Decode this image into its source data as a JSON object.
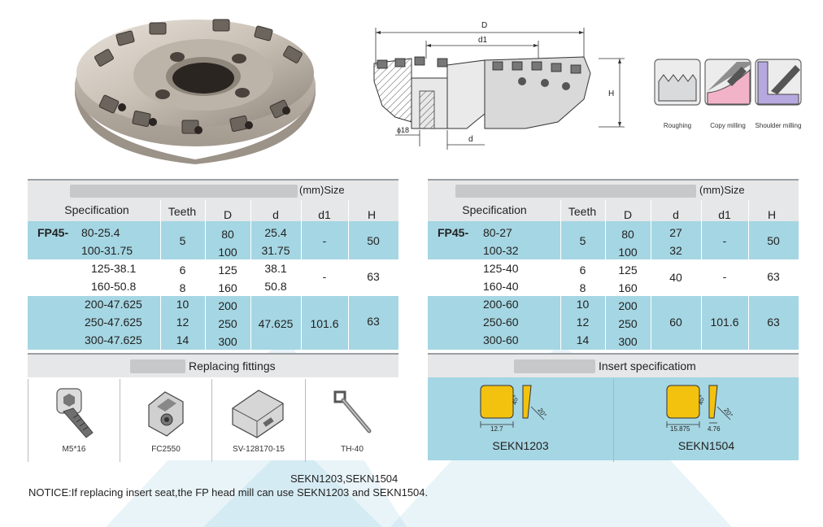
{
  "operations": [
    {
      "label": "Roughing",
      "color": "#d9dadb",
      "icon": "roughing-icon"
    },
    {
      "label": "Copy milling",
      "color": "#f2b3c9",
      "icon": "copy-milling-icon"
    },
    {
      "label": "Shoulder milling",
      "color": "#b7a9e0",
      "icon": "shoulder-milling-icon"
    }
  ],
  "drawing": {
    "D": "D",
    "d1": "d1",
    "H": "H",
    "phi": "ɸ18",
    "d": "d"
  },
  "table_left": {
    "caption_suffix": "(mm)Size",
    "headers": [
      "Specification",
      "Teeth",
      "D",
      "d",
      "d1",
      "H"
    ],
    "prefix": "FP45-",
    "groups": [
      {
        "rows": [
          {
            "spec": "80-25.4",
            "D": "80",
            "d": "25.4"
          },
          {
            "spec": "100-31.75",
            "D": "100",
            "d": "31.75"
          }
        ],
        "teeth": "5",
        "d1": "-",
        "H": "50"
      },
      {
        "rows": [
          {
            "spec": "125-38.1",
            "teeth": "6",
            "D": "125",
            "d": "38.1"
          },
          {
            "spec": "160-50.8",
            "teeth": "8",
            "D": "160",
            "d": "50.8"
          }
        ],
        "d1": "-",
        "H": "63"
      },
      {
        "rows": [
          {
            "spec": "200-47.625",
            "teeth": "10",
            "D": "200"
          },
          {
            "spec": "250-47.625",
            "teeth": "12",
            "D": "250"
          },
          {
            "spec": "300-47.625",
            "teeth": "14",
            "D": "300"
          }
        ],
        "d": "47.625",
        "d1": "101.6",
        "H": "63"
      }
    ]
  },
  "table_right": {
    "caption_suffix": "(mm)Size",
    "headers": [
      "Specification",
      "Teeth",
      "D",
      "d",
      "d1",
      "H"
    ],
    "prefix": "FP45-",
    "groups": [
      {
        "rows": [
          {
            "spec": "80-27",
            "D": "80",
            "d": "27"
          },
          {
            "spec": "100-32",
            "D": "100",
            "d": "32"
          }
        ],
        "teeth": "5",
        "d1": "-",
        "H": "50"
      },
      {
        "rows": [
          {
            "spec": "125-40",
            "teeth": "6",
            "D": "125"
          },
          {
            "spec": "160-40",
            "teeth": "8",
            "D": "160"
          }
        ],
        "d": "40",
        "d1": "-",
        "H": "63"
      },
      {
        "rows": [
          {
            "spec": "200-60",
            "teeth": "10",
            "D": "200"
          },
          {
            "spec": "250-60",
            "teeth": "12",
            "D": "250"
          },
          {
            "spec": "300-60",
            "teeth": "14",
            "D": "300"
          }
        ],
        "d": "60",
        "d1": "101.6",
        "H": "63"
      }
    ]
  },
  "fittings": {
    "title": "Replacing fittings",
    "items": [
      {
        "label": "M5*16",
        "icon": "screw-icon"
      },
      {
        "label": "FC2550",
        "icon": "clamp-icon"
      },
      {
        "label": "SV-128170-15",
        "icon": "insert-seat-icon"
      },
      {
        "label": "TH-40",
        "icon": "wrench-icon"
      }
    ]
  },
  "inserts": {
    "title": "Insert specificatiom",
    "items": [
      {
        "name": "SEKN1203",
        "width": "12.7",
        "angle": "45°",
        "clearance": "20°",
        "thickness": ""
      },
      {
        "name": "SEKN1504",
        "width": "15.875",
        "angle": "45°",
        "clearance": "20°",
        "thickness": "4.76"
      }
    ],
    "insert_color": "#f3c20f"
  },
  "notice": {
    "line1": "SEKN1203,SEKN1504",
    "line2": "NOTICE:If replacing insert seat,the FP head mill can use SEKN1203 and SEKN1504."
  }
}
